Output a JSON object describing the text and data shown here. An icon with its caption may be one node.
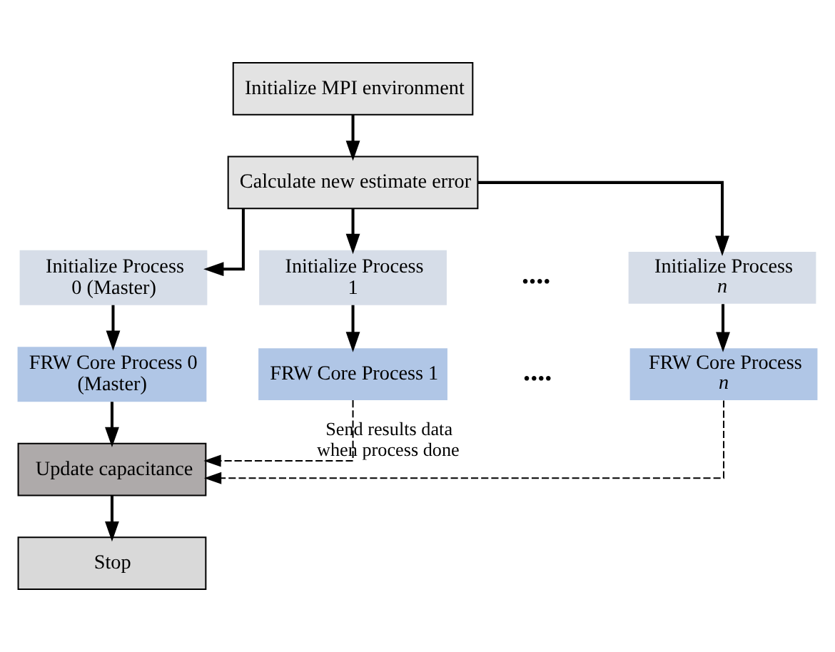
{
  "diagram": {
    "nodes": [
      {
        "text": [
          "Initialize MPI environment"
        ]
      },
      {
        "text": [
          "Calculate new estimate error"
        ]
      },
      {
        "text": [
          "Initialize Process 0 (Master)"
        ]
      },
      {
        "text": [
          "Initialize Process 1"
        ]
      },
      {
        "text": [
          "Initialize Process *n*"
        ]
      },
      {
        "text": [
          "FRW Core Process 0 (Master)"
        ]
      },
      {
        "text": [
          "FRW Core Process 1"
        ]
      },
      {
        "text": [
          "FRW Core Process *n*"
        ]
      },
      {
        "text": [
          "Update capacitance"
        ]
      },
      {
        "text": [
          "Stop"
        ]
      }
    ],
    "edges": [
      {
        "from": 0,
        "to": 1,
        "arrow": "to"
      },
      {
        "from": 1,
        "to": 2,
        "arrow": "to"
      },
      {
        "from": 1,
        "to": 3,
        "arrow": "to"
      },
      {
        "from": 1,
        "to": 4,
        "arrow": "to"
      },
      {
        "from": 2,
        "to": 5,
        "arrow": "to"
      },
      {
        "from": 3,
        "to": 6,
        "arrow": "to"
      },
      {
        "from": 4,
        "to": 7,
        "arrow": "to"
      },
      {
        "from": 5,
        "to": 8,
        "arrow": "to"
      },
      {
        "from": 6,
        "to": 8,
        "arrow": "to",
        "style": "dashed",
        "label": "Send results data when process done"
      },
      {
        "from": 7,
        "to": 8,
        "arrow": "to",
        "style": "dashed"
      },
      {
        "from": 8,
        "to": 9,
        "arrow": "to"
      }
    ],
    "labels": [
      "....",
      "...."
    ]
  }
}
